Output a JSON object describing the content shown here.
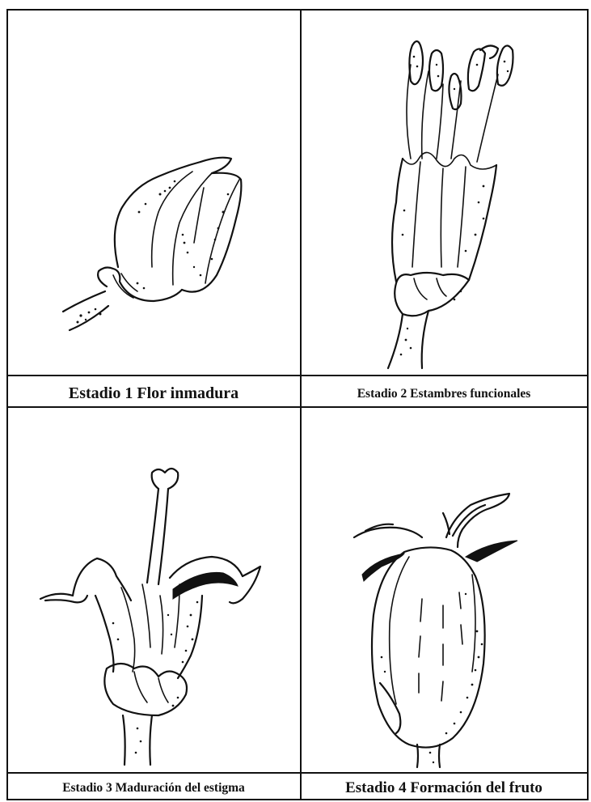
{
  "stages": [
    {
      "caption": "Estadio 1 Flor inmadura"
    },
    {
      "caption": "Estadio 2 Estambres funcionales"
    },
    {
      "caption": "Estadio 3 Maduración del estigma"
    },
    {
      "caption": "Estadio 4 Formación del fruto"
    }
  ]
}
